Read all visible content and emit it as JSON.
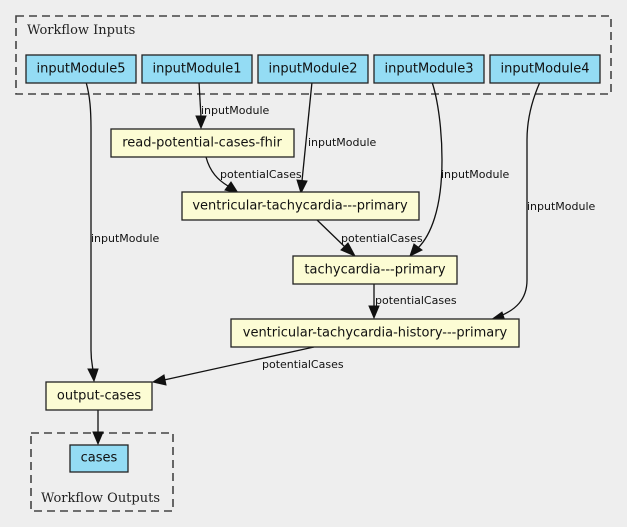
{
  "diagram": {
    "clusters": {
      "inputs": {
        "label": "Workflow Inputs"
      },
      "outputs": {
        "label": "Workflow Outputs"
      }
    },
    "nodes": {
      "inputModule5": {
        "label": "inputModule5",
        "kind": "input"
      },
      "inputModule1": {
        "label": "inputModule1",
        "kind": "input"
      },
      "inputModule2": {
        "label": "inputModule2",
        "kind": "input"
      },
      "inputModule3": {
        "label": "inputModule3",
        "kind": "input"
      },
      "inputModule4": {
        "label": "inputModule4",
        "kind": "input"
      },
      "readPotentialCasesFhir": {
        "label": "read-potential-cases-fhir",
        "kind": "step"
      },
      "ventricularTachycardiaPrimary": {
        "label": "ventricular-tachycardia---primary",
        "kind": "step"
      },
      "tachycardiaPrimary": {
        "label": "tachycardia---primary",
        "kind": "step"
      },
      "ventricularTachycardiaHistoryPrimary": {
        "label": "ventricular-tachycardia-history---primary",
        "kind": "step"
      },
      "outputCases": {
        "label": "output-cases",
        "kind": "step"
      },
      "cases": {
        "label": "cases",
        "kind": "output"
      }
    },
    "edges": [
      {
        "from": "inputModule1",
        "to": "readPotentialCasesFhir",
        "label": "inputModule"
      },
      {
        "from": "inputModule2",
        "to": "ventricularTachycardiaPrimary",
        "label": "inputModule"
      },
      {
        "from": "readPotentialCasesFhir",
        "to": "ventricularTachycardiaPrimary",
        "label": "potentialCases"
      },
      {
        "from": "inputModule3",
        "to": "tachycardiaPrimary",
        "label": "inputModule"
      },
      {
        "from": "ventricularTachycardiaPrimary",
        "to": "tachycardiaPrimary",
        "label": "potentialCases"
      },
      {
        "from": "inputModule4",
        "to": "ventricularTachycardiaHistoryPrimary",
        "label": "inputModule"
      },
      {
        "from": "tachycardiaPrimary",
        "to": "ventricularTachycardiaHistoryPrimary",
        "label": "potentialCases"
      },
      {
        "from": "inputModule5",
        "to": "outputCases",
        "label": "inputModule"
      },
      {
        "from": "ventricularTachycardiaHistoryPrimary",
        "to": "outputCases",
        "label": "potentialCases"
      },
      {
        "from": "outputCases",
        "to": "cases",
        "label": ""
      }
    ]
  }
}
